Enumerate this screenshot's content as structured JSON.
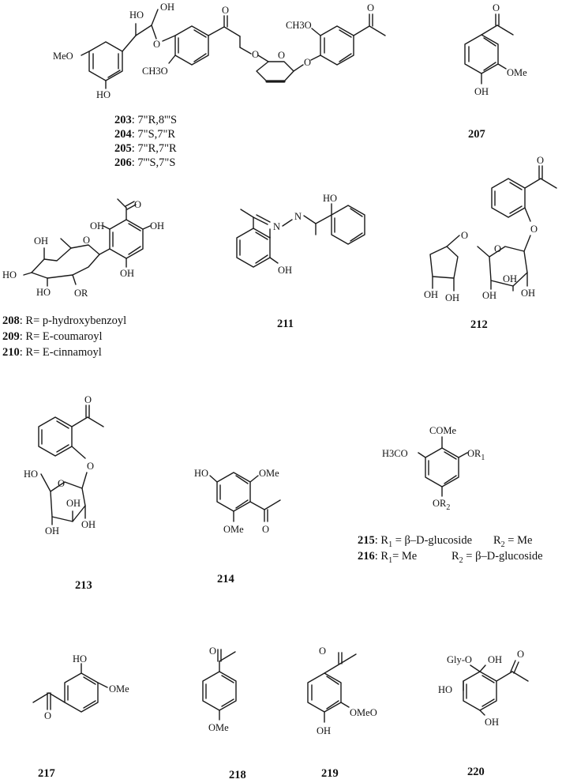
{
  "compounds": {
    "c203_206": {
      "atoms": {
        "oh7": "HO",
        "oh9": "OH",
        "o_ether": "O",
        "meo_ring": "MeO",
        "ho_ring": "HO",
        "och3_mid": "CH3O",
        "ketone_o": "O",
        "o_sugar": "O",
        "o_glyc": "O",
        "och3_right": "CH3O",
        "acetyl_o": "O"
      },
      "variants": [
        {
          "id": "203",
          "config": ": 7\"R,8'''S"
        },
        {
          "id": "204",
          "config": ": 7\"S,7\"R"
        },
        {
          "id": "205",
          "config": ": 7\"R,7\"R"
        },
        {
          "id": "206",
          "config": ": 7'''S,7\"S"
        }
      ]
    },
    "c207": {
      "id": "207",
      "atoms": {
        "o": "O",
        "ome": "OMe",
        "oh": "OH"
      }
    },
    "c208_210": {
      "atoms": {
        "o_acetyl": "O",
        "oh_a": "OH",
        "oh_b": "OH",
        "oh_c": "OH",
        "oh_sugar6": "OH",
        "o_ring": "O",
        "ho_sugar": "HO",
        "ho_sugar2": "HO",
        "or": "OR"
      },
      "variants": [
        {
          "id": "208",
          "r": ":  R= p-hydroxybenzoyl"
        },
        {
          "id": "209",
          "r": ":  R= E-coumaroyl"
        },
        {
          "id": "210",
          "r": ":  R= E-cinnamoyl"
        }
      ]
    },
    "c211": {
      "id": "211",
      "atoms": {
        "oh_top": "HO",
        "oh_bottom": "OH",
        "n1": "N",
        "n2": "N"
      }
    },
    "c212": {
      "id": "212",
      "atoms": {
        "o_acetyl": "O",
        "o_link": "O",
        "o_ring": "O",
        "o_c6": "O",
        "oh1": "OH",
        "oh2": "OH",
        "oh3": "OH",
        "oh4": "OH",
        "oh5": "OH"
      }
    },
    "c213": {
      "id": "213",
      "atoms": {
        "o_acetyl": "O",
        "o_link": "O",
        "o_ring": "O",
        "ho": "HO",
        "oh1": "OH",
        "oh2": "OH",
        "oh3": "OH"
      }
    },
    "c214": {
      "id": "214",
      "atoms": {
        "ho": "HO",
        "ome_top": "OMe",
        "ome_bottom": "OMe",
        "o": "O"
      }
    },
    "c215_216": {
      "atoms": {
        "come": "COMe",
        "h3co": "H3CO",
        "or1": "OR",
        "or1_sub": "1",
        "or2": "OR",
        "or2_sub": "2"
      },
      "variants": [
        {
          "id": "215",
          "r1": ": R",
          "r1_sub": "1",
          "r1_val": " =  β–D-glucoside",
          "r2": "R",
          "r2_sub": "2",
          "r2_val": " = Me"
        },
        {
          "id": "216",
          "r1": ": R",
          "r1_sub": "1",
          "r1_val": "= Me",
          "r2": "R",
          "r2_sub": "2",
          "r2_val": " = β–D-glucoside"
        }
      ]
    },
    "c217": {
      "id": "217",
      "atoms": {
        "ho": "HO",
        "ome": "OMe",
        "o": "O"
      }
    },
    "c218": {
      "id": "218",
      "atoms": {
        "o": "O",
        "ome": "OMe"
      }
    },
    "c219": {
      "id": "219",
      "atoms": {
        "o": "O",
        "omeo": "OMeO",
        "oh": "OH"
      }
    },
    "c220": {
      "id": "220",
      "atoms": {
        "glyo": "Gly-O",
        "oh1": "OH",
        "ho": "HO",
        "oh2": "OH",
        "o": "O"
      }
    }
  }
}
